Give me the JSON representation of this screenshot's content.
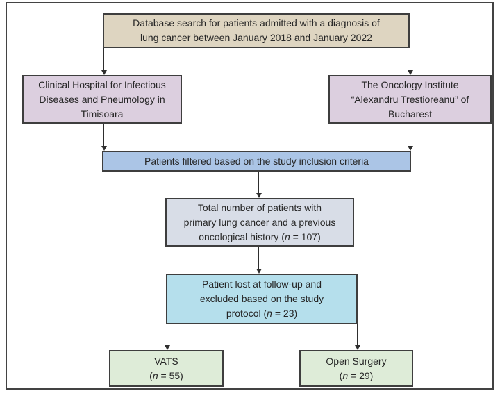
{
  "figure": {
    "type": "flowchart",
    "background": "#ffffff"
  },
  "flowchart": {
    "nodes": {
      "database": {
        "lines": [
          "Database search for patients admitted with a diagnosis of",
          "lung cancer between January 2018 and January 2022"
        ],
        "fill": "#ded5c1"
      },
      "hospital_timisoara": {
        "lines": [
          "Clinical Hospital for Infectious",
          "Diseases and Pneumology in",
          "Timisoara"
        ],
        "fill": "#dccfdf"
      },
      "hospital_bucharest": {
        "lines": [
          "The Oncology Institute",
          "“Alexandru Trestioreanu” of",
          "Bucharest"
        ],
        "fill": "#dccfdf"
      },
      "filter": {
        "lines": [
          "Patients filtered based on the study inclusion criteria"
        ],
        "fill": "#abc5e6"
      },
      "total": {
        "lines": [
          "Total number of patients with",
          "primary lung cancer and a previous"
        ],
        "count_line": {
          "prefix": "oncological history (",
          "n": "n",
          "suffix": " = 107)"
        },
        "count": 107,
        "fill": "#d8dde7"
      },
      "lost": {
        "lines": [
          "Patient lost at follow-up and",
          "excluded based on the study"
        ],
        "count_line": {
          "prefix": "protocol (",
          "n": "n",
          "suffix": " = 23)"
        },
        "count": 23,
        "fill": "#b5dfec"
      },
      "vats": {
        "lines": [
          "VATS"
        ],
        "count_line": {
          "prefix": "(",
          "n": "n",
          "suffix": " = 55)"
        },
        "count": 55,
        "fill": "#deecd8"
      },
      "open_surgery": {
        "lines": [
          "Open Surgery"
        ],
        "count_line": {
          "prefix": "(",
          "n": "n",
          "suffix": " = 29)"
        },
        "count": 29,
        "fill": "#deecd8"
      }
    },
    "edges": [
      {
        "from": "database",
        "to": "hospital_timisoara"
      },
      {
        "from": "database",
        "to": "hospital_bucharest"
      },
      {
        "from": "hospital_timisoara",
        "to": "filter"
      },
      {
        "from": "hospital_bucharest",
        "to": "filter"
      },
      {
        "from": "filter",
        "to": "total"
      },
      {
        "from": "total",
        "to": "lost"
      },
      {
        "from": "lost",
        "to": "vats"
      },
      {
        "from": "lost",
        "to": "open_surgery"
      }
    ],
    "colors": {
      "box_border": "#3e3e3e",
      "frame_border": "#434343",
      "arrow": "#2e2e2e",
      "text": "#262626"
    }
  }
}
